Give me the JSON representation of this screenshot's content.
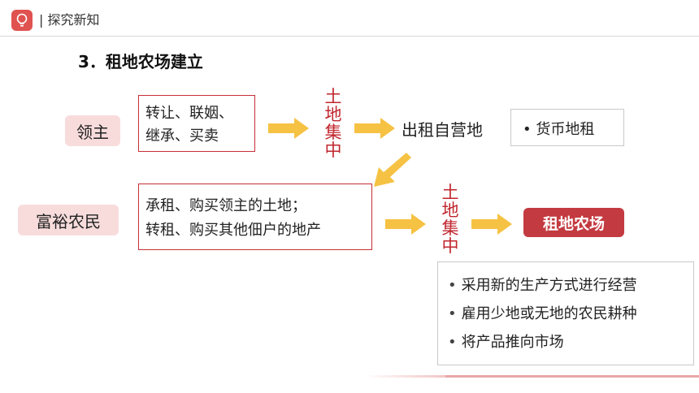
{
  "header": {
    "title": "| 探究新知",
    "logo_icon": "lightbulb-icon"
  },
  "section": {
    "title": "3．租地农场建立"
  },
  "roles": {
    "lord": "领主",
    "rich_peasant": "富裕农民"
  },
  "lord_box": {
    "line1": "转让、联姻、",
    "line2": "继承、买卖"
  },
  "peasant_box": {
    "line1": "承租、购买领主的土地；",
    "line2": "转租、购买其他佃户的地产"
  },
  "land_concentration": {
    "chars": [
      "土",
      "地",
      "集",
      "中"
    ]
  },
  "lease_label": "出租自营地",
  "rent_box": {
    "bullet": "•",
    "text": "货币地租"
  },
  "farm_label": "租地农场",
  "features": {
    "bullet": "•",
    "items": [
      "采用新的生产方式进行经营",
      "雇用少地或无地的农民耕种",
      "将产品推向市场"
    ]
  },
  "colors": {
    "accent_red": "#c43a41",
    "border_red": "#c62f38",
    "pink": "#f8dcdc",
    "arrow_yellow": "#f6c244",
    "text_red": "#c0262e"
  }
}
